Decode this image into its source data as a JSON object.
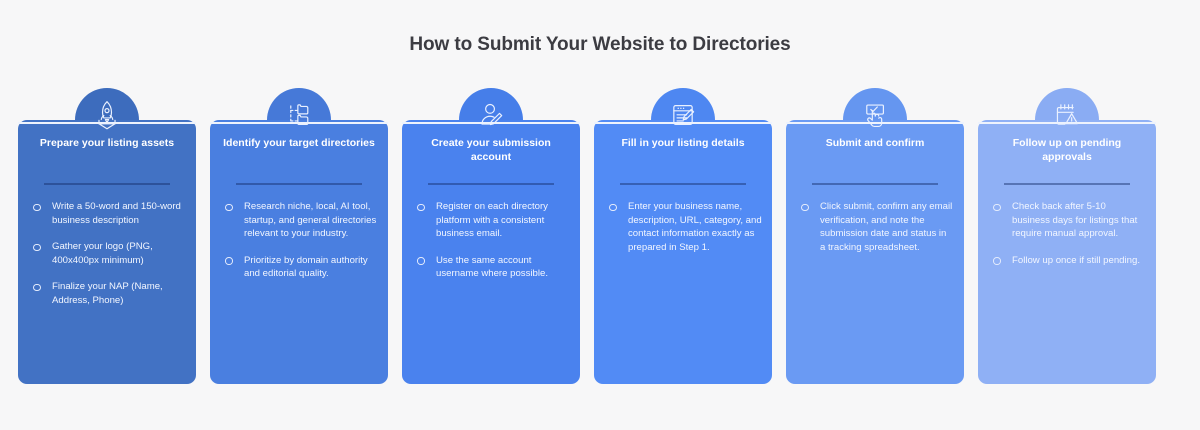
{
  "header": {
    "title": "How to Submit Your Website to Directories"
  },
  "theme": {
    "background": "#f7f7f8",
    "title_color": "#3c3c42",
    "divider_color": "#eef3fd",
    "bullet_text_color": "#f2f6ff"
  },
  "cards": [
    {
      "title": "Prepare your listing assets",
      "icon": "rocket-launch-icon",
      "color": "#4272c4",
      "bump_color": "#3d6cbd",
      "bullets": [
        "Write a 50-word and 150-word business description",
        "Gather your logo (PNG, 400x400px minimum)",
        "Finalize your NAP (Name, Address, Phone)"
      ]
    },
    {
      "title": "Identify your target directories",
      "icon": "folder-tree-icon",
      "color": "#4a7fe0",
      "bump_color": "#4679d8",
      "bullets": [
        "Research niche, local, AI tool, startup, and general directories relevant to your industry.",
        "Prioritize by domain authority and editorial quality."
      ]
    },
    {
      "title": "Create your submission account",
      "icon": "user-edit-icon",
      "color": "#4a82ee",
      "bump_color": "#467ee9",
      "bullets": [
        "Register on each directory platform with a consistent business email.",
        "Use the same account username where possible."
      ]
    },
    {
      "title": "Fill in your listing details",
      "icon": "form-edit-icon",
      "color": "#528bf5",
      "bump_color": "#4e87f1",
      "bullets": [
        "Enter your business name, description, URL, category, and contact information exactly as prepared in Step 1."
      ]
    },
    {
      "title": "Submit and confirm",
      "icon": "hand-click-checkbox-icon",
      "color": "#6a9af3",
      "bump_color": "#6596f0",
      "bullets": [
        "Click submit, confirm any email verification, and note the submission date and status in a tracking spreadsheet."
      ]
    },
    {
      "title": "Follow up on pending approvals",
      "icon": "calendar-warning-icon",
      "color": "#8fb0f5",
      "bump_color": "#8aacf3",
      "bullets": [
        "Check back after 5-10 business days for listings that require manual approval.",
        "Follow up once if still pending."
      ]
    }
  ]
}
